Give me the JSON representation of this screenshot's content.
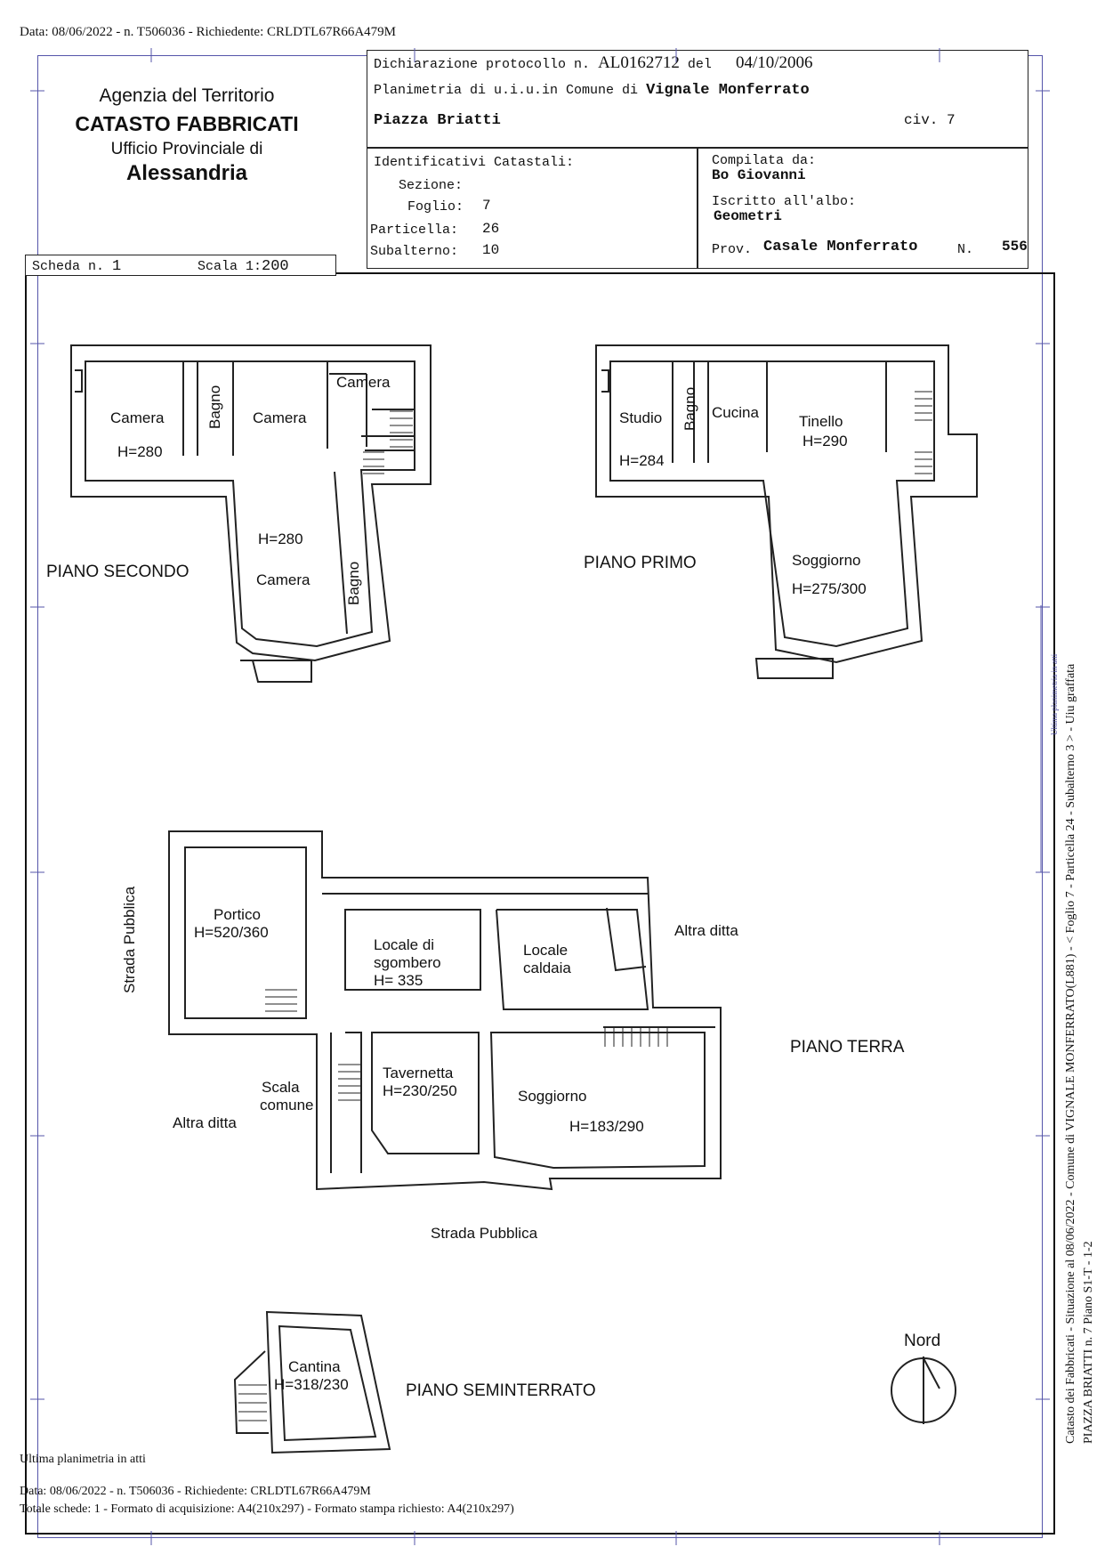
{
  "header": {
    "top_line": "Data: 08/06/2022 - n. T506036 - Richiedente: CRLDTL67R66A479M"
  },
  "agency": {
    "line1": "Agenzia del Territorio",
    "line2": "CATASTO FABBRICATI",
    "line3": "Ufficio Provinciale di",
    "line4": "Alessandria"
  },
  "declaration": {
    "label": "Dichiarazione protocollo n.",
    "protocol": "AL0162712",
    "del_label": "del",
    "date": "04/10/2006",
    "planimetria_label": "Planimetria di u.i.u.in Comune di",
    "comune": "Vignale Monferrato",
    "address": "Piazza Briatti",
    "civ_label": "civ.",
    "civ": "7"
  },
  "identificativi": {
    "title": "Identificativi Catastali:",
    "sezione_label": "Sezione:",
    "sezione": "",
    "foglio_label": "Foglio:",
    "foglio": "7",
    "particella_label": "Particella:",
    "particella": "26",
    "subalterno_label": "Subalterno:",
    "subalterno": "10"
  },
  "compilata": {
    "label": "Compilata da:",
    "name": "Bo Giovanni",
    "albo_label": "Iscritto all'albo:",
    "albo": "Geometri",
    "prov_label": "Prov.",
    "prov": "Casale Monferrato",
    "n_label": "N.",
    "n": "556"
  },
  "scheda": {
    "label": "Scheda n.",
    "n": "1",
    "scala_label": "Scala 1:",
    "scala": "200"
  },
  "floors": {
    "secondo": "PIANO SECONDO",
    "primo": "PIANO PRIMO",
    "terra": "PIANO TERRA",
    "seminterrato": "PIANO SEMINTERRATO"
  },
  "rooms_secondo": {
    "camera1": "Camera",
    "h1": "H=280",
    "bagno1": "Bagno",
    "camera2": "Camera",
    "camera3": "Camera",
    "h2": "H=280",
    "camera4": "Camera",
    "bagno2": "Bagno"
  },
  "rooms_primo": {
    "studio": "Studio",
    "h_studio": "H=284",
    "bagno": "Bagno",
    "cucina": "Cucina",
    "tinello": "Tinello",
    "h_tinello": "H=290",
    "soggiorno": "Soggiorno",
    "h_soggiorno": "H=275/300"
  },
  "rooms_terra": {
    "portico": "Portico",
    "h_portico": "H=520/360",
    "locale1": "Locale di",
    "locale2": "sgombero",
    "h_locale": "H= 335",
    "caldaia1": "Locale",
    "caldaia2": "caldaia",
    "altra_ditta1": "Altra ditta",
    "altra_ditta2": "Altra ditta",
    "scala1": "Scala",
    "scala2": "comune",
    "tavernetta": "Tavernetta",
    "h_tavernetta": "H=230/250",
    "soggiorno": "Soggiorno",
    "h_soggiorno": "H=183/290",
    "strada_left": "Strada Pubblica",
    "strada_bottom": "Strada Pubblica"
  },
  "rooms_seminterrato": {
    "cantina": "Cantina",
    "h_cantina": "H=318/230"
  },
  "north": "Nord",
  "side_text": {
    "line1": "Catasto dei Fabbricati - Situazione al 08/06/2022 - Comune di VIGNALE MONFERRATO(L881) - < Foglio 7 - Particella 24 - Subalterno 3 > - Uiu graffata",
    "line2": "PIAZZA BRIATTI n. 7 Piano S1-T - 1-2",
    "small": "Ultima planimetria in atti"
  },
  "footer": {
    "ultima": "Ultima planimetria in atti",
    "line1": "Data: 08/06/2022 - n. T506036 - Richiedente: CRLDTL67R66A479M",
    "line2": "Totale schede: 1 - Formato di acquisizione: A4(210x297)  - Formato stampa richiesto: A4(210x297)"
  }
}
